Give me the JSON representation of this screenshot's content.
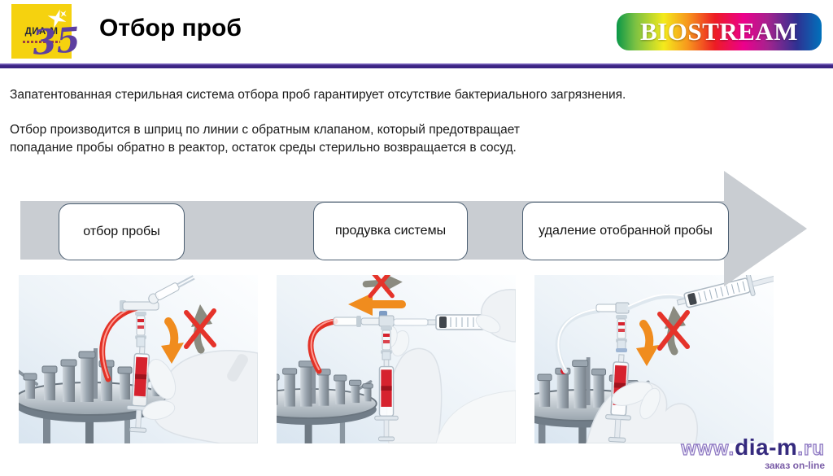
{
  "header": {
    "logo": {
      "brand": "ДИА•М",
      "anniversary": "35"
    },
    "title": "Отбор проб",
    "partner_logo_text": "BIOSTREAM"
  },
  "intro": {
    "p1": "Запатентованная стерильная система отбора проб гарантирует отсутствие бактериального загрязнения.",
    "p2_line1": "Отбор производится в шприц по линии с обратным клапаном, который предотвращает",
    "p2_line2": "попадание пробы обратно в реактор, остаток среды стерильно возвращается в сосуд."
  },
  "process": {
    "steps": [
      {
        "label": "отбор пробы"
      },
      {
        "label": "продувка системы"
      },
      {
        "label": "удаление отобранной пробы"
      }
    ]
  },
  "photos": [
    {
      "name": "photo-step-1-sample-withdrawal"
    },
    {
      "name": "photo-step-2-system-purge"
    },
    {
      "name": "photo-step-3-sample-removal"
    }
  ],
  "footer": {
    "url_prefix": "www.",
    "url_core": "dia-m",
    "url_suffix": ".ru",
    "tagline": "заказ on-line"
  },
  "colors": {
    "accent_purple": "#3b2483",
    "brand_yellow": "#f5d20f",
    "arrow_gray": "#c9cdd2",
    "box_border": "#4c5f72",
    "orange": "#f08c1e",
    "alert_red": "#e5332a",
    "link_purple": "#352a7e",
    "link_outline": "#8a74c0"
  }
}
